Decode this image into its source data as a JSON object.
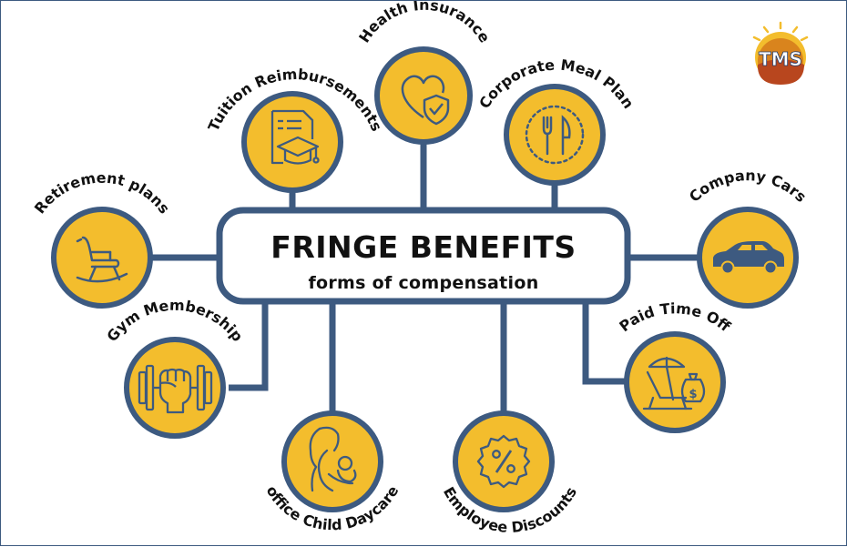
{
  "title": "FRINGE BENEFITS",
  "subtitle": "forms of compensation",
  "logo": {
    "text": "TMS"
  },
  "colors": {
    "navy": "#3d5a80",
    "gold": "#f3bd2d",
    "icon_stroke": "#3d5a80",
    "text": "#111111"
  },
  "benefits": [
    {
      "label": "Health Insurance",
      "icon": "heart-shield-icon"
    },
    {
      "label": "Tuition Reimbursements",
      "icon": "graduation-document-icon"
    },
    {
      "label": "Corporate Meal Plan",
      "icon": "plate-fork-knife-icon"
    },
    {
      "label": "Retirement plans",
      "icon": "rocking-chair-icon"
    },
    {
      "label": "Company Cars",
      "icon": "car-icon"
    },
    {
      "label": "Gym Membership",
      "icon": "dumbbell-fist-icon"
    },
    {
      "label": "Paid Time Off",
      "icon": "beach-chair-umbrella-icon"
    },
    {
      "label": "office Child Daycare",
      "icon": "mother-child-icon"
    },
    {
      "label": "Employee Discounts",
      "icon": "percent-badge-icon"
    }
  ]
}
